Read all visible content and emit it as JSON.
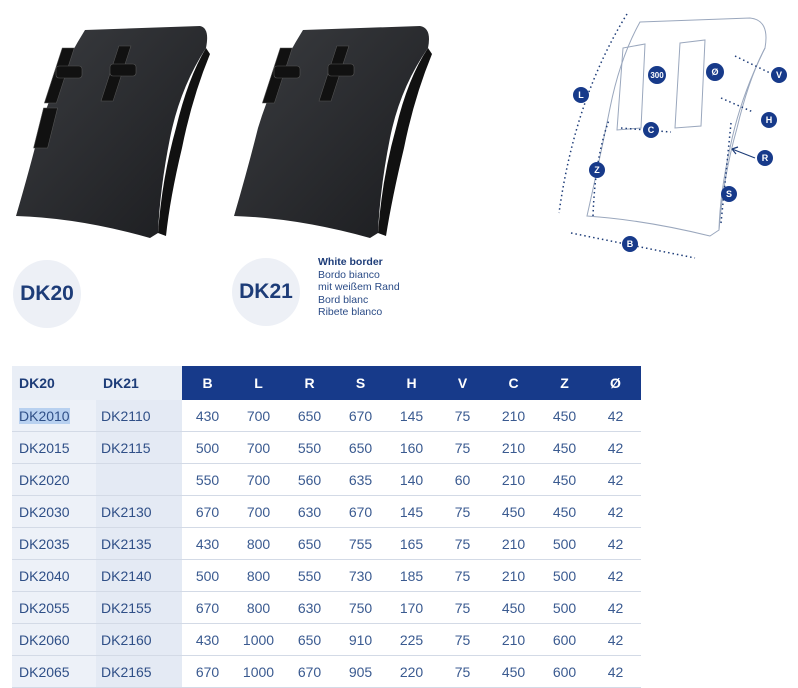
{
  "products": [
    {
      "code": "DK20"
    },
    {
      "code": "DK21",
      "variant_lines": [
        "White border",
        "Bordo bianco",
        "mit weißem Rand",
        "Bord blanc",
        "Ribete blanco"
      ]
    }
  ],
  "diagram_labels": {
    "L": "L",
    "Z": "Z",
    "C": "C",
    "B": "B",
    "S": "S",
    "R": "R",
    "H": "H",
    "V": "V",
    "diam": "Ø",
    "d300": "300"
  },
  "table": {
    "headers": [
      "DK20",
      "DK21",
      "B",
      "L",
      "R",
      "S",
      "H",
      "V",
      "C",
      "Z",
      "Ø"
    ],
    "rows": [
      [
        "DK2010",
        "DK2110",
        "430",
        "700",
        "650",
        "670",
        "145",
        "75",
        "210",
        "450",
        "42"
      ],
      [
        "DK2015",
        "DK2115",
        "500",
        "700",
        "550",
        "650",
        "160",
        "75",
        "210",
        "450",
        "42"
      ],
      [
        "DK2020",
        "",
        "550",
        "700",
        "560",
        "635",
        "140",
        "60",
        "210",
        "450",
        "42"
      ],
      [
        "DK2030",
        "DK2130",
        "670",
        "700",
        "630",
        "670",
        "145",
        "75",
        "450",
        "450",
        "42"
      ],
      [
        "DK2035",
        "DK2135",
        "430",
        "800",
        "650",
        "755",
        "165",
        "75",
        "210",
        "500",
        "42"
      ],
      [
        "DK2040",
        "DK2140",
        "500",
        "800",
        "550",
        "730",
        "185",
        "75",
        "210",
        "500",
        "42"
      ],
      [
        "DK2055",
        "DK2155",
        "670",
        "800",
        "630",
        "750",
        "170",
        "75",
        "450",
        "500",
        "42"
      ],
      [
        "DK2060",
        "DK2160",
        "430",
        "1000",
        "650",
        "910",
        "225",
        "75",
        "210",
        "600",
        "42"
      ],
      [
        "DK2065",
        "DK2165",
        "670",
        "1000",
        "670",
        "905",
        "220",
        "75",
        "450",
        "600",
        "42"
      ]
    ]
  },
  "colors": {
    "navy": "#173a8a",
    "text": "#1d3c78",
    "row_bg": "#edf1f8",
    "highlight": "#b9d1f0"
  }
}
